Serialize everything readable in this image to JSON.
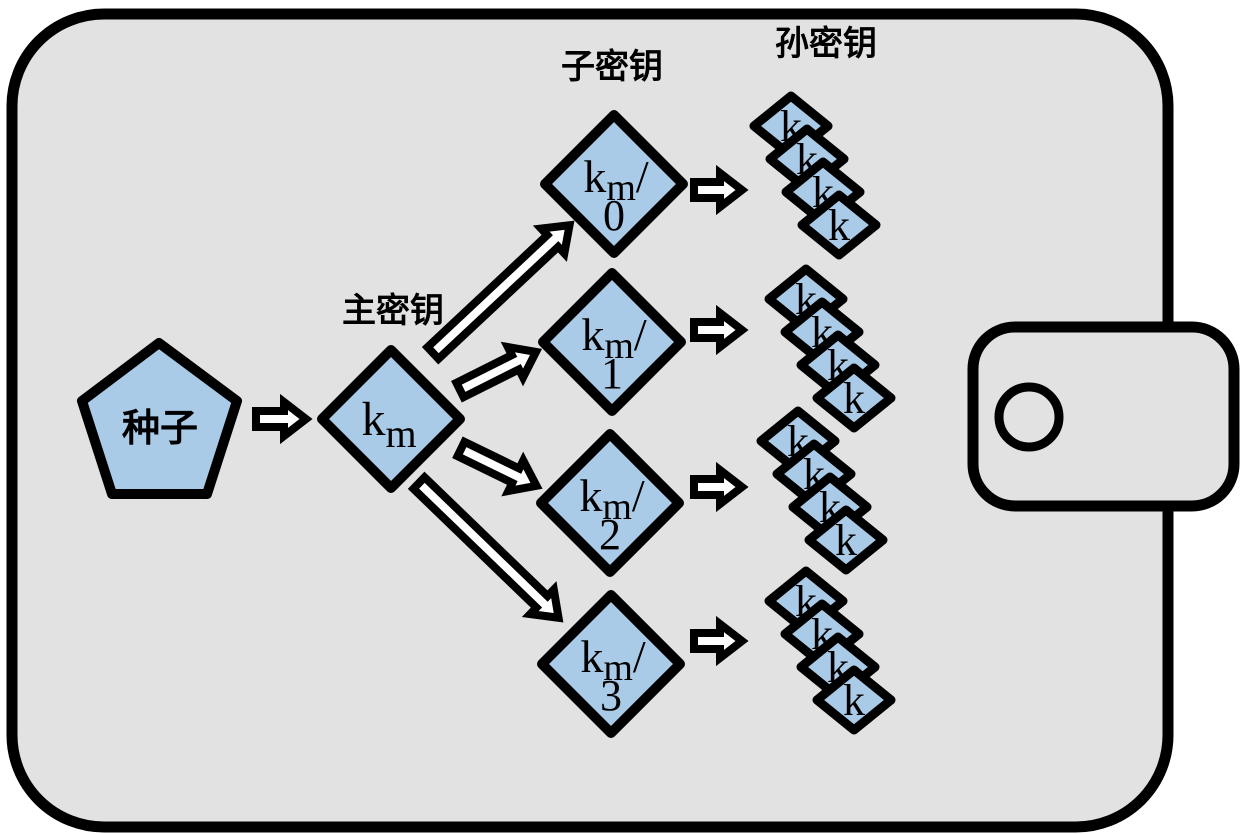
{
  "diagram": {
    "section_labels": {
      "seed": "种子",
      "master_key": "主密钥",
      "child_key": "子密钥",
      "grandchild_key": "孙密钥"
    },
    "master": {
      "base": "k",
      "sub": "m"
    },
    "children": [
      {
        "base": "k",
        "sub": "m",
        "sep": "/",
        "index": "0"
      },
      {
        "base": "k",
        "sub": "m",
        "sep": "/",
        "index": "1"
      },
      {
        "base": "k",
        "sub": "m",
        "sep": "/",
        "index": "2"
      },
      {
        "base": "k",
        "sub": "m",
        "sep": "/",
        "index": "3"
      }
    ],
    "grandchild": {
      "label": "k",
      "stacks": 4,
      "keys_per_stack": 4
    }
  },
  "colors": {
    "page_bg": "#ffffff",
    "wallet_fill": "#e2e2e2",
    "node_fill": "#a9cbe8",
    "outline": "#000000",
    "arrow_fill": "#ffffff"
  }
}
